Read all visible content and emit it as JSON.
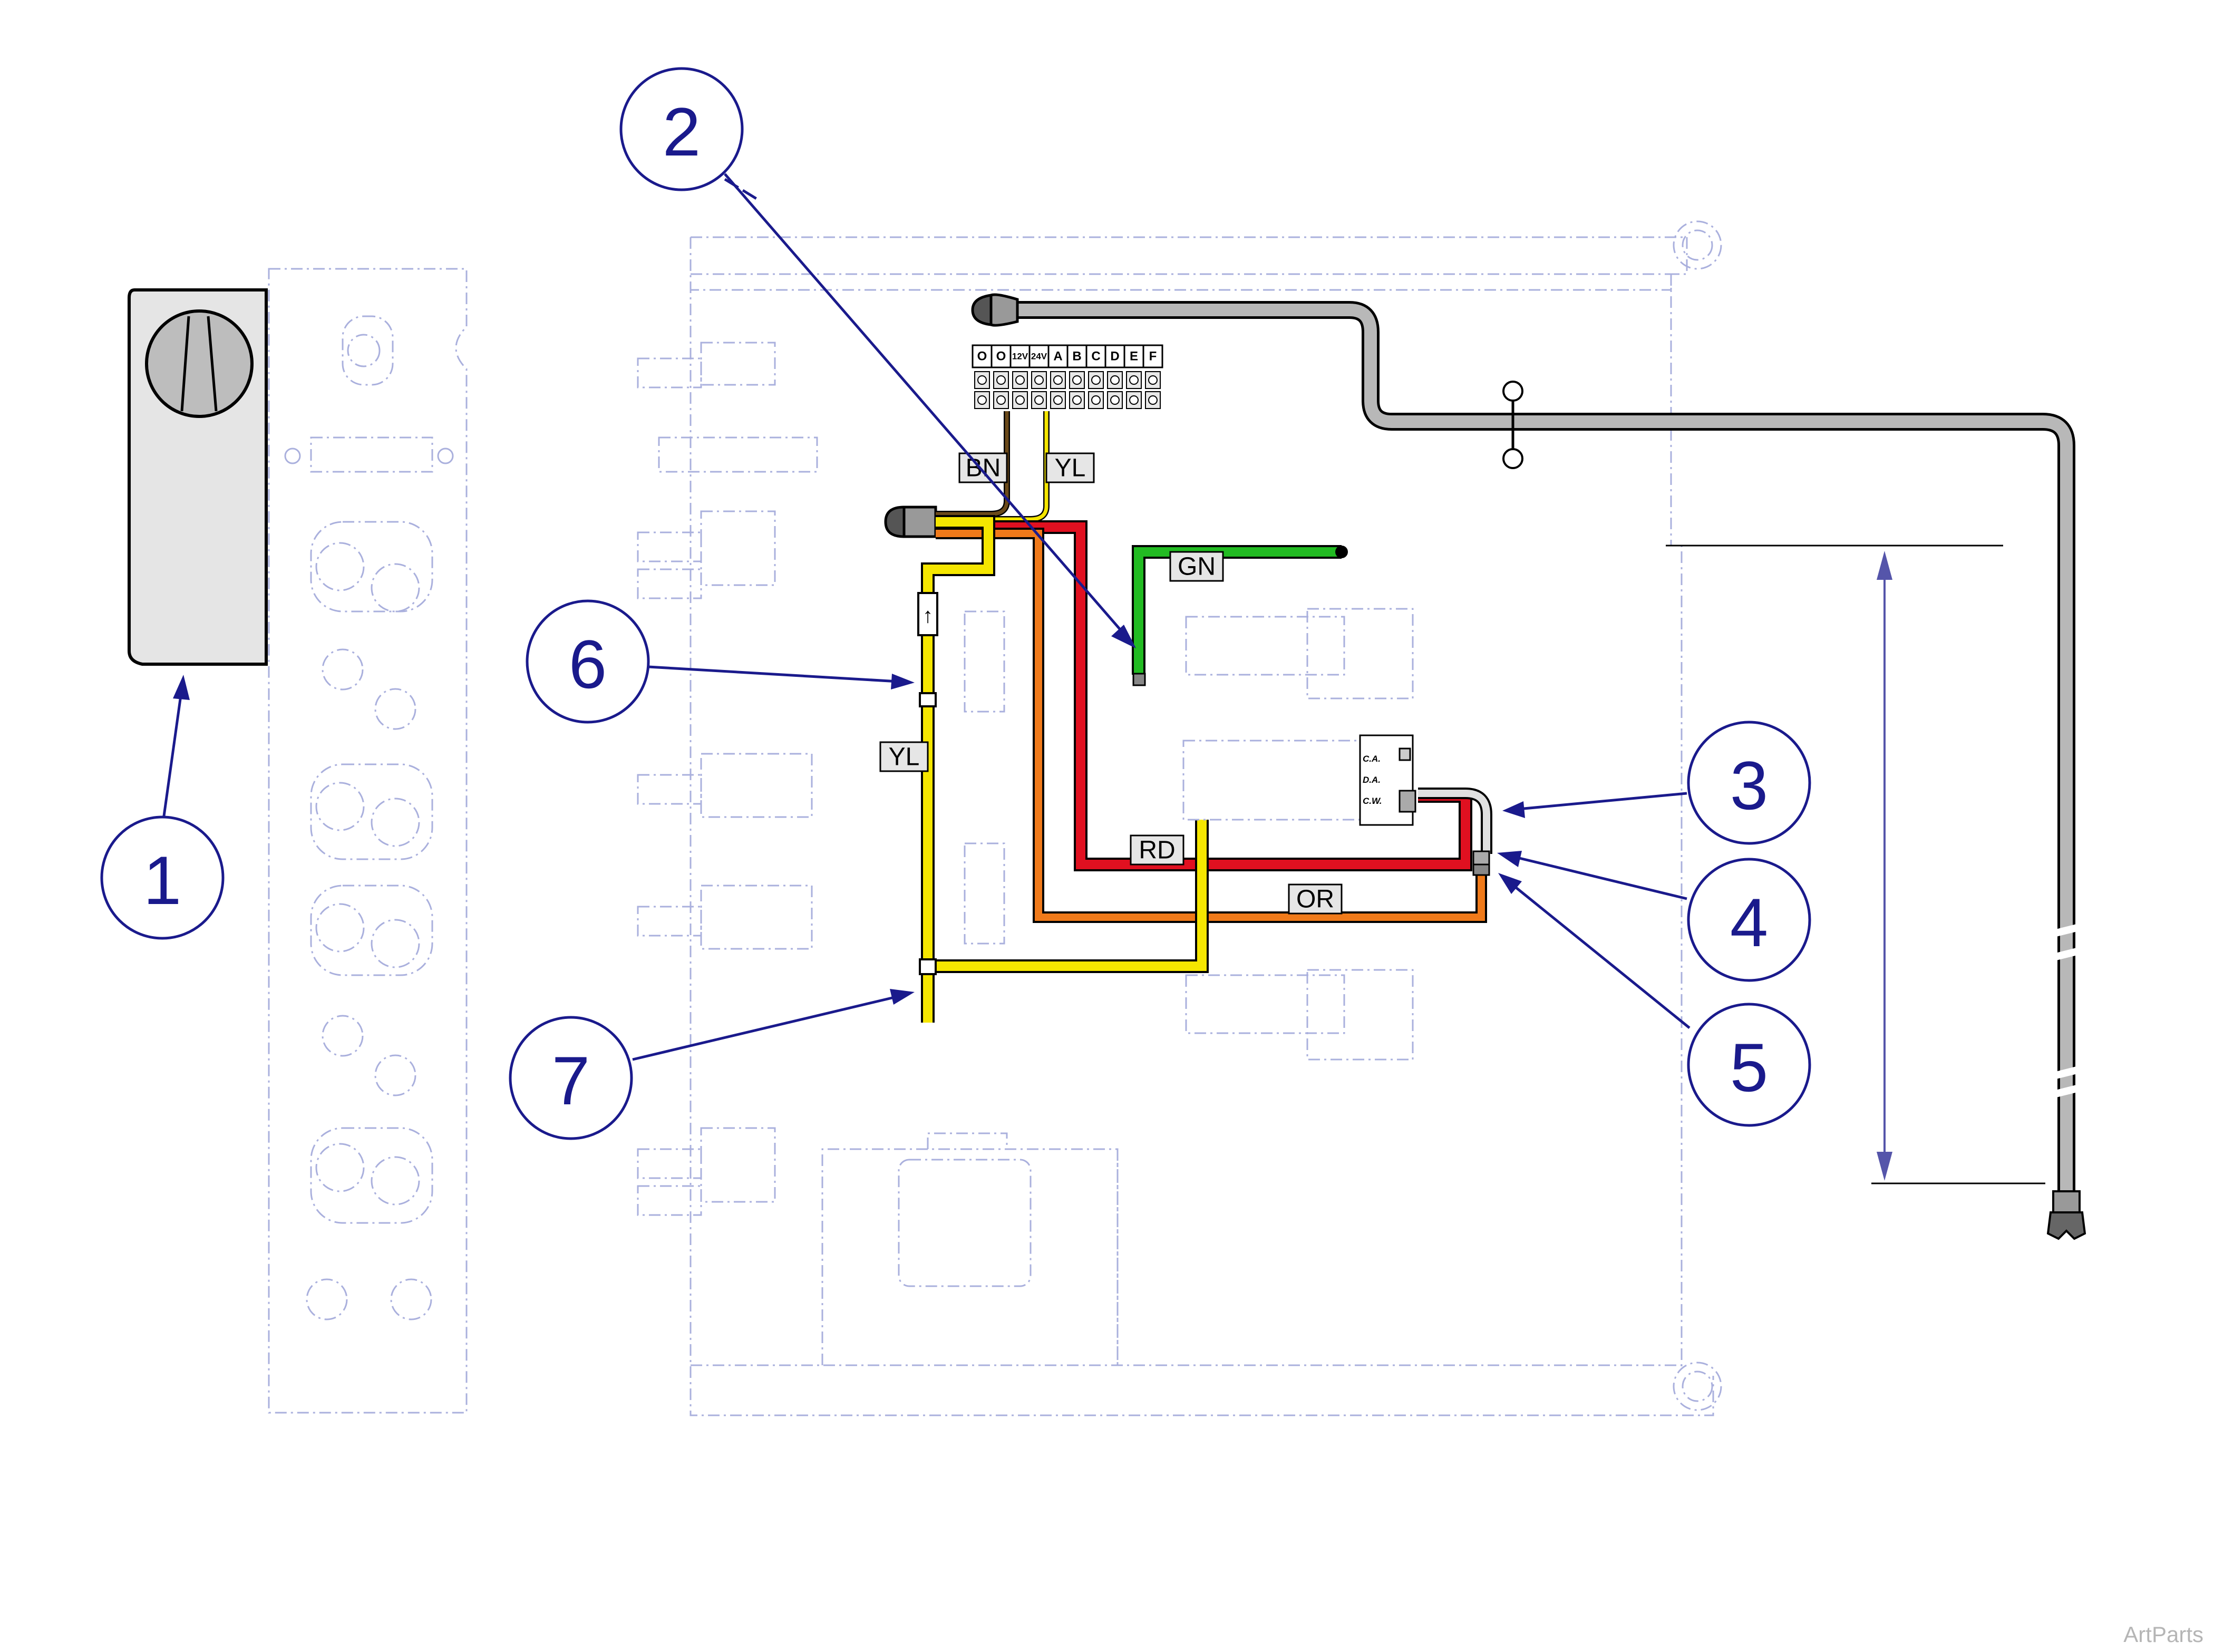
{
  "callouts": [
    {
      "id": "1",
      "label": "1"
    },
    {
      "id": "2",
      "label": "2"
    },
    {
      "id": "3",
      "label": "3"
    },
    {
      "id": "4",
      "label": "4"
    },
    {
      "id": "5",
      "label": "5"
    },
    {
      "id": "6",
      "label": "6"
    },
    {
      "id": "7",
      "label": "7"
    }
  ],
  "wire_labels": {
    "bn": "BN",
    "yl_top": "YL",
    "gn": "GN",
    "rd": "RD",
    "or": "OR",
    "yl_left": "YL"
  },
  "terminal_strip": {
    "labels": [
      "O",
      "O",
      "12V",
      "24V",
      "A",
      "B",
      "C",
      "D",
      "E",
      "F"
    ]
  },
  "valve_labels": {
    "ca": "C.A.",
    "da": "D.A.",
    "cw": "C.W."
  },
  "flow_arrow": "↑",
  "watermark": "ArtParts",
  "colors": {
    "callout": "#1a1a8c",
    "ghost_outline": "#aab0dd",
    "wire_red": "#e01020",
    "wire_yellow": "#f5e600",
    "wire_orange": "#f07a1a",
    "wire_green": "#22bb22",
    "wire_brown": "#6b4a1a",
    "hose_gray": "#b8b8b8",
    "dimension_line": "#5555aa"
  }
}
